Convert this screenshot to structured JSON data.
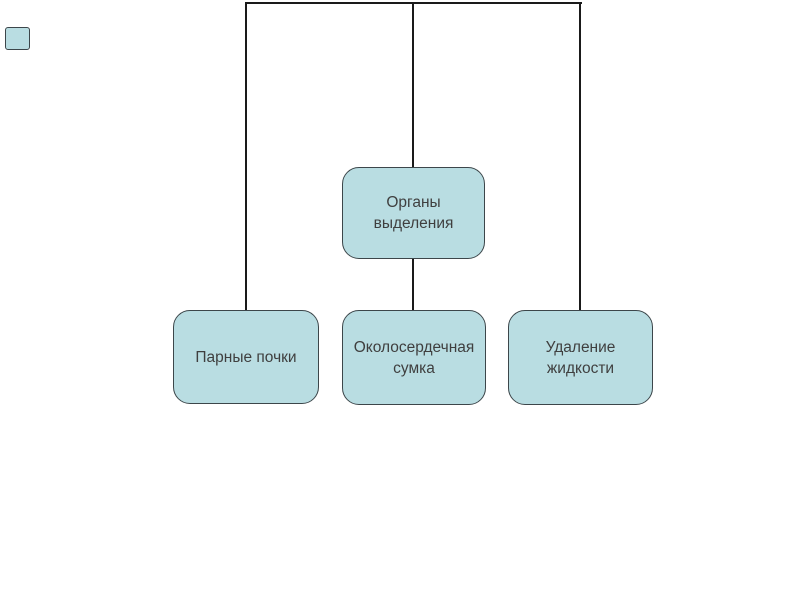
{
  "slide": {
    "background_color": "#ffffff",
    "node_fill_color": "#b9dde2",
    "node_border_color": "#3c464a",
    "connector_color": "#1a1a1a",
    "text_color": "#3f3f3f"
  },
  "nodes": {
    "center": {
      "label": "Органы\nвыделения"
    },
    "left": {
      "label": "Парные почки"
    },
    "middle": {
      "label": "Околосердечная\nсумка"
    },
    "right": {
      "label": "Удаление\nжидкости"
    }
  },
  "diagram": {
    "type": "hierarchy",
    "parent": "Органы выделения",
    "children": [
      "Парные почки",
      "Околосердечная сумка",
      "Удаление жидкости"
    ]
  }
}
